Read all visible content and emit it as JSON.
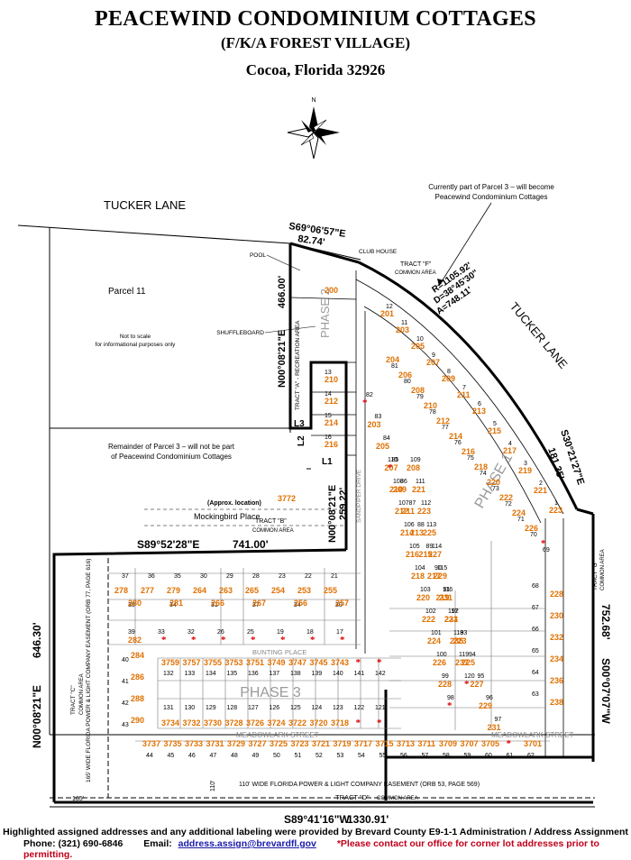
{
  "title": "PEACEWIND CONDOMINIUM COTTAGES",
  "subtitle": "(F/K/A FOREST VILLAGE)",
  "location": "Cocoa, Florida 32926",
  "north_label": "N",
  "labels": {
    "tucker_lane_top": "TUCKER LANE",
    "tucker_lane_right": "TUCKER LANE",
    "parcel11": "Parcel 11",
    "not_to_scale_1": "Not to scale",
    "not_to_scale_2": "for informational purposes only",
    "remainder_1": "Remainder of Parcel 3 – will not be part",
    "remainder_2": "of Peacewind Condominium Cottages",
    "currently_1": "Currently part of Parcel 3 – will become",
    "currently_2": "Peacewind Condominium Cottages",
    "pool": "POOL",
    "club_house": "CLUB HOUSE",
    "shuffleboard": "SHUFFLEBOARD",
    "tract_f": "TRACT \"F\"",
    "common_area": "COMMON AREA",
    "tract_b": "TRACT \"B\"",
    "tract_a": "TRACT \"A\" - RECREATION AREA",
    "tract_c": "TRACT \"C\"",
    "tract_d": "TRACT \"D\"",
    "tract_g": "TRACT \"G\"",
    "phase1": "PHASE 1",
    "phase2": "PHASE 2",
    "phase3": "PHASE 3",
    "sandpiper": "SANDPIPER DRIVE",
    "meadowlark": "MEADOWLARK STREET",
    "bunting": "BUNTING PLACE",
    "curve_r": "R=1105.92'",
    "curve_d": "D=38°45'30\"",
    "curve_a": "A=748.11'",
    "approx": "(Approx. location)",
    "mockingbird": "Mockingbird Place",
    "b1": "S69°06'57\"E",
    "b1d": "82.74'",
    "b2": "N00°08'21\"E",
    "b2d": "466.00'",
    "b3": "S30°21'27\"E",
    "b3d": "181.35'",
    "b4": "S89°52'28\"E",
    "b4d": "741.00'",
    "b5": "N00°08'21\"E",
    "b5d": "259.22'",
    "b6": "N00°08'21\"E",
    "b6d": "646.30'",
    "b7": "S00°07'07\"W",
    "b7d": "752.68'",
    "b8": "S89°41'16\"W",
    "b8d": "1330.91'",
    "easement_bottom": "110' WIDE FLORIDA POWER & LIGHT COMPANY EASEMENT (ORB 53, PAGE 569)",
    "easement_left": "165' WIDE FLORIDA POWER & LIGHT COMPANY EASEMENT (ORB 77, PAGE 616)",
    "dim_165": "165'",
    "dim_110": "110'",
    "L1": "L1",
    "L2": "L2",
    "L3": "L3",
    "addr_3772": "3772",
    "addr_200": "200"
  },
  "lots_ring": [
    {
      "lot": "12",
      "addr": "201"
    },
    {
      "lot": "11",
      "addr": "203"
    },
    {
      "lot": "10",
      "addr": "205"
    },
    {
      "lot": "9",
      "addr": "207"
    },
    {
      "lot": "8",
      "addr": "209"
    },
    {
      "lot": "7",
      "addr": "211"
    },
    {
      "lot": "6",
      "addr": "213"
    },
    {
      "lot": "5",
      "addr": "215"
    },
    {
      "lot": "4",
      "addr": "217"
    },
    {
      "lot": "3",
      "addr": "219"
    },
    {
      "lot": "2",
      "addr": "221"
    },
    {
      "lot": "1",
      "addr": "223"
    }
  ],
  "lots_left": [
    {
      "lot": "13",
      "addr": "210"
    },
    {
      "lot": "14",
      "addr": "212"
    },
    {
      "lot": "15",
      "addr": "214"
    },
    {
      "lot": "16",
      "addr": "216"
    }
  ],
  "lots_inner": [
    {
      "lot": "81",
      "addr": "204"
    },
    {
      "lot": "80",
      "addr": "206"
    },
    {
      "lot": "79",
      "addr": "208"
    },
    {
      "lot": "78",
      "addr": "210"
    },
    {
      "lot": "77",
      "addr": "212"
    },
    {
      "lot": "76",
      "addr": "214"
    },
    {
      "lot": "75",
      "addr": "216"
    },
    {
      "lot": "74",
      "addr": "218"
    },
    {
      "lot": "73",
      "addr": "220"
    },
    {
      "lot": "72",
      "addr": "222"
    },
    {
      "lot": "71",
      "addr": "224"
    },
    {
      "lot": "70",
      "addr": "226"
    },
    {
      "lot": "69",
      "addr": ""
    }
  ],
  "lots_mid": [
    {
      "lot": "82",
      "addr": ""
    },
    {
      "lot": "83",
      "addr": "203"
    },
    {
      "lot": "84",
      "addr": "205"
    },
    {
      "lot": "85",
      "addr": "207"
    },
    {
      "lot": "86",
      "addr": "209"
    },
    {
      "lot": "87",
      "addr": "211"
    },
    {
      "lot": "88",
      "addr": "213"
    },
    {
      "lot": "89",
      "addr": "215"
    },
    {
      "lot": "90",
      "addr": "217"
    },
    {
      "lot": "91",
      "addr": "219"
    },
    {
      "lot": "92",
      "addr": "221"
    },
    {
      "lot": "93",
      "addr": "223"
    },
    {
      "lot": "94",
      "addr": "225"
    },
    {
      "lot": "95",
      "addr": "227"
    },
    {
      "lot": "96",
      "addr": "229"
    },
    {
      "lot": "97",
      "addr": "231"
    }
  ],
  "lots_west_of_drive": [
    {
      "lot": "110",
      "addr": ""
    },
    {
      "lot": "109",
      "addr": "208"
    },
    {
      "lot": "108",
      "addr": "210"
    },
    {
      "lot": "111",
      "addr": "221"
    },
    {
      "lot": "107",
      "addr": "212"
    },
    {
      "lot": "112",
      "addr": "223"
    },
    {
      "lot": "106",
      "addr": "214"
    },
    {
      "lot": "113",
      "addr": "225"
    },
    {
      "lot": "105",
      "addr": "216"
    },
    {
      "lot": "114",
      "addr": "227"
    },
    {
      "lot": "104",
      "addr": "218"
    },
    {
      "lot": "115",
      "addr": "229"
    },
    {
      "lot": "103",
      "addr": "220"
    },
    {
      "lot": "116",
      "addr": "231"
    },
    {
      "lot": "102",
      "addr": "222"
    },
    {
      "lot": "117",
      "addr": "233"
    },
    {
      "lot": "101",
      "addr": "224"
    },
    {
      "lot": "118",
      "addr": "235"
    },
    {
      "lot": "100",
      "addr": "226"
    },
    {
      "lot": "119",
      "addr": "237"
    },
    {
      "lot": "99",
      "addr": "228"
    },
    {
      "lot": "120",
      "addr": ""
    },
    {
      "lot": "98",
      "addr": ""
    }
  ],
  "lots_east": [
    {
      "lot": "68",
      "addr": "228"
    },
    {
      "lot": "67",
      "addr": "230"
    },
    {
      "lot": "66",
      "addr": "232"
    },
    {
      "lot": "65",
      "addr": "234"
    },
    {
      "lot": "64",
      "addr": "236"
    },
    {
      "lot": "63",
      "addr": "238"
    }
  ],
  "lots_top_row": [
    {
      "lot": "37",
      "addr": "278"
    },
    {
      "lot": "36",
      "addr": "277"
    },
    {
      "lot": "35",
      "addr": "279"
    },
    {
      "lot": "30",
      "addr": "264"
    },
    {
      "lot": "29",
      "addr": "263"
    },
    {
      "lot": "28",
      "addr": "265"
    },
    {
      "lot": "23",
      "addr": "254"
    },
    {
      "lot": "22",
      "addr": "253"
    },
    {
      "lot": "21",
      "addr": "255"
    }
  ],
  "lots_second": [
    {
      "lot": "38",
      "addr": "280"
    },
    {
      "lot": "34",
      "addr": "281"
    },
    {
      "lot": "31",
      "addr": "266"
    },
    {
      "lot": "27",
      "addr": "267"
    },
    {
      "lot": "24",
      "addr": "256"
    },
    {
      "lot": "20",
      "addr": "257"
    },
    {
      "lot": "39",
      "addr": "282"
    },
    {
      "lot": "33",
      "addr": ""
    },
    {
      "lot": "32",
      "addr": ""
    },
    {
      "lot": "26",
      "addr": ""
    },
    {
      "lot": "25",
      "addr": ""
    },
    {
      "lot": "19",
      "addr": ""
    },
    {
      "lot": "18",
      "addr": ""
    },
    {
      "lot": "17",
      "addr": ""
    }
  ],
  "lots_west_col": [
    {
      "lot": "40",
      "addr": "284"
    },
    {
      "lot": "41",
      "addr": "286"
    },
    {
      "lot": "42",
      "addr": "288"
    },
    {
      "lot": "43",
      "addr": "290"
    }
  ],
  "lots_phase3_top": [
    {
      "lot": "132",
      "addr": "3759"
    },
    {
      "lot": "133",
      "addr": "3757"
    },
    {
      "lot": "134",
      "addr": "3755"
    },
    {
      "lot": "135",
      "addr": "3753"
    },
    {
      "lot": "136",
      "addr": "3751"
    },
    {
      "lot": "137",
      "addr": "3749"
    },
    {
      "lot": "138",
      "addr": "3747"
    },
    {
      "lot": "139",
      "addr": "3745"
    },
    {
      "lot": "140",
      "addr": "3743"
    },
    {
      "lot": "141",
      "addr": ""
    },
    {
      "lot": "142",
      "addr": ""
    }
  ],
  "lots_phase3_bottom": [
    {
      "lot": "131",
      "addr": "3734"
    },
    {
      "lot": "130",
      "addr": "3732"
    },
    {
      "lot": "129",
      "addr": "3730"
    },
    {
      "lot": "128",
      "addr": "3728"
    },
    {
      "lot": "127",
      "addr": "3726"
    },
    {
      "lot": "126",
      "addr": "3724"
    },
    {
      "lot": "125",
      "addr": "3722"
    },
    {
      "lot": "124",
      "addr": "3720"
    },
    {
      "lot": "123",
      "addr": "3718"
    },
    {
      "lot": "122",
      "addr": ""
    },
    {
      "lot": "121",
      "addr": ""
    }
  ],
  "lots_bottom_row": [
    {
      "lot": "44",
      "addr": "3737"
    },
    {
      "lot": "45",
      "addr": "3735"
    },
    {
      "lot": "46",
      "addr": "3733"
    },
    {
      "lot": "47",
      "addr": "3731"
    },
    {
      "lot": "48",
      "addr": "3729"
    },
    {
      "lot": "49",
      "addr": "3727"
    },
    {
      "lot": "50",
      "addr": "3725"
    },
    {
      "lot": "51",
      "addr": "3723"
    },
    {
      "lot": "52",
      "addr": "3721"
    },
    {
      "lot": "53",
      "addr": "3719"
    },
    {
      "lot": "54",
      "addr": "3717"
    },
    {
      "lot": "55",
      "addr": "3715"
    },
    {
      "lot": "56",
      "addr": "3713"
    },
    {
      "lot": "57",
      "addr": "3711"
    },
    {
      "lot": "58",
      "addr": "3709"
    },
    {
      "lot": "59",
      "addr": "3707"
    },
    {
      "lot": "60",
      "addr": "3705"
    },
    {
      "lot": "61",
      "addr": ""
    },
    {
      "lot": "62",
      "addr": "3701"
    }
  ],
  "colors": {
    "address": "#e07000",
    "marker": "#e00000",
    "line": "#000000",
    "email": "#1a1aa8",
    "note": "#c0001a"
  },
  "footer": {
    "line1": "Highlighted assigned addresses and any additional labeling were provided by Brevard County E9-1-1 Administration / Address Assignment",
    "phone": "Phone:   (321) 690-6846",
    "email_label": "Email:",
    "email": "address.assign@brevardfl.gov",
    "note": "*Please contact our office for corner lot addresses prior to permitting."
  }
}
